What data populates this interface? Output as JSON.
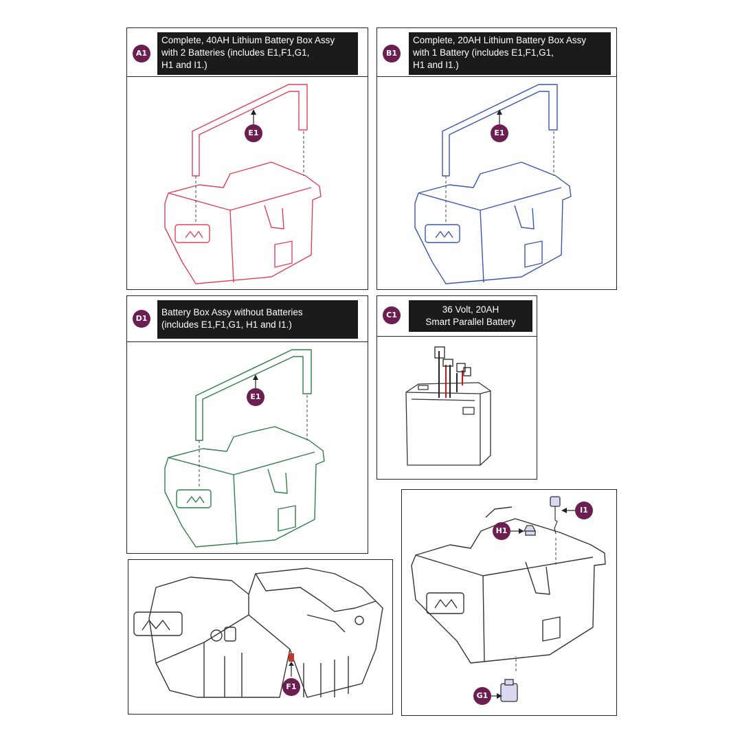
{
  "colors": {
    "badge": "#6b1e4f",
    "caption_bg": "#1b1b1b",
    "panel_a1_line": "#e0405a",
    "panel_b1_line": "#3a56b0",
    "panel_d1_line": "#2e7d4a",
    "gray_line": "#333333",
    "red_wire": "#cc1111"
  },
  "panels": {
    "a1": {
      "badge": "A1",
      "caption": "Complete, 40AH Lithium Battery Box Assy\nwith 2 Batteries (includes E1,F1,G1,\nH1 and I1.)",
      "callout": "E1"
    },
    "b1": {
      "badge": "B1",
      "caption": "Complete, 20AH Lithium Battery Box Assy\nwith 1 Battery (includes E1,F1,G1,\nH1 and I1.)",
      "callout": "E1"
    },
    "d1": {
      "badge": "D1",
      "caption": "Battery Box Assy without Batteries\n(includes E1,F1,G1, H1 and I1.)",
      "callout": "E1"
    },
    "c1": {
      "badge": "C1",
      "caption": "36 Volt, 20AH\nSmart Parallel Battery"
    },
    "detail_f1": {
      "callout": "F1"
    },
    "detail_parts": {
      "callout_i1": "I1",
      "callout_h1": "H1",
      "callout_g1": "G1"
    }
  }
}
